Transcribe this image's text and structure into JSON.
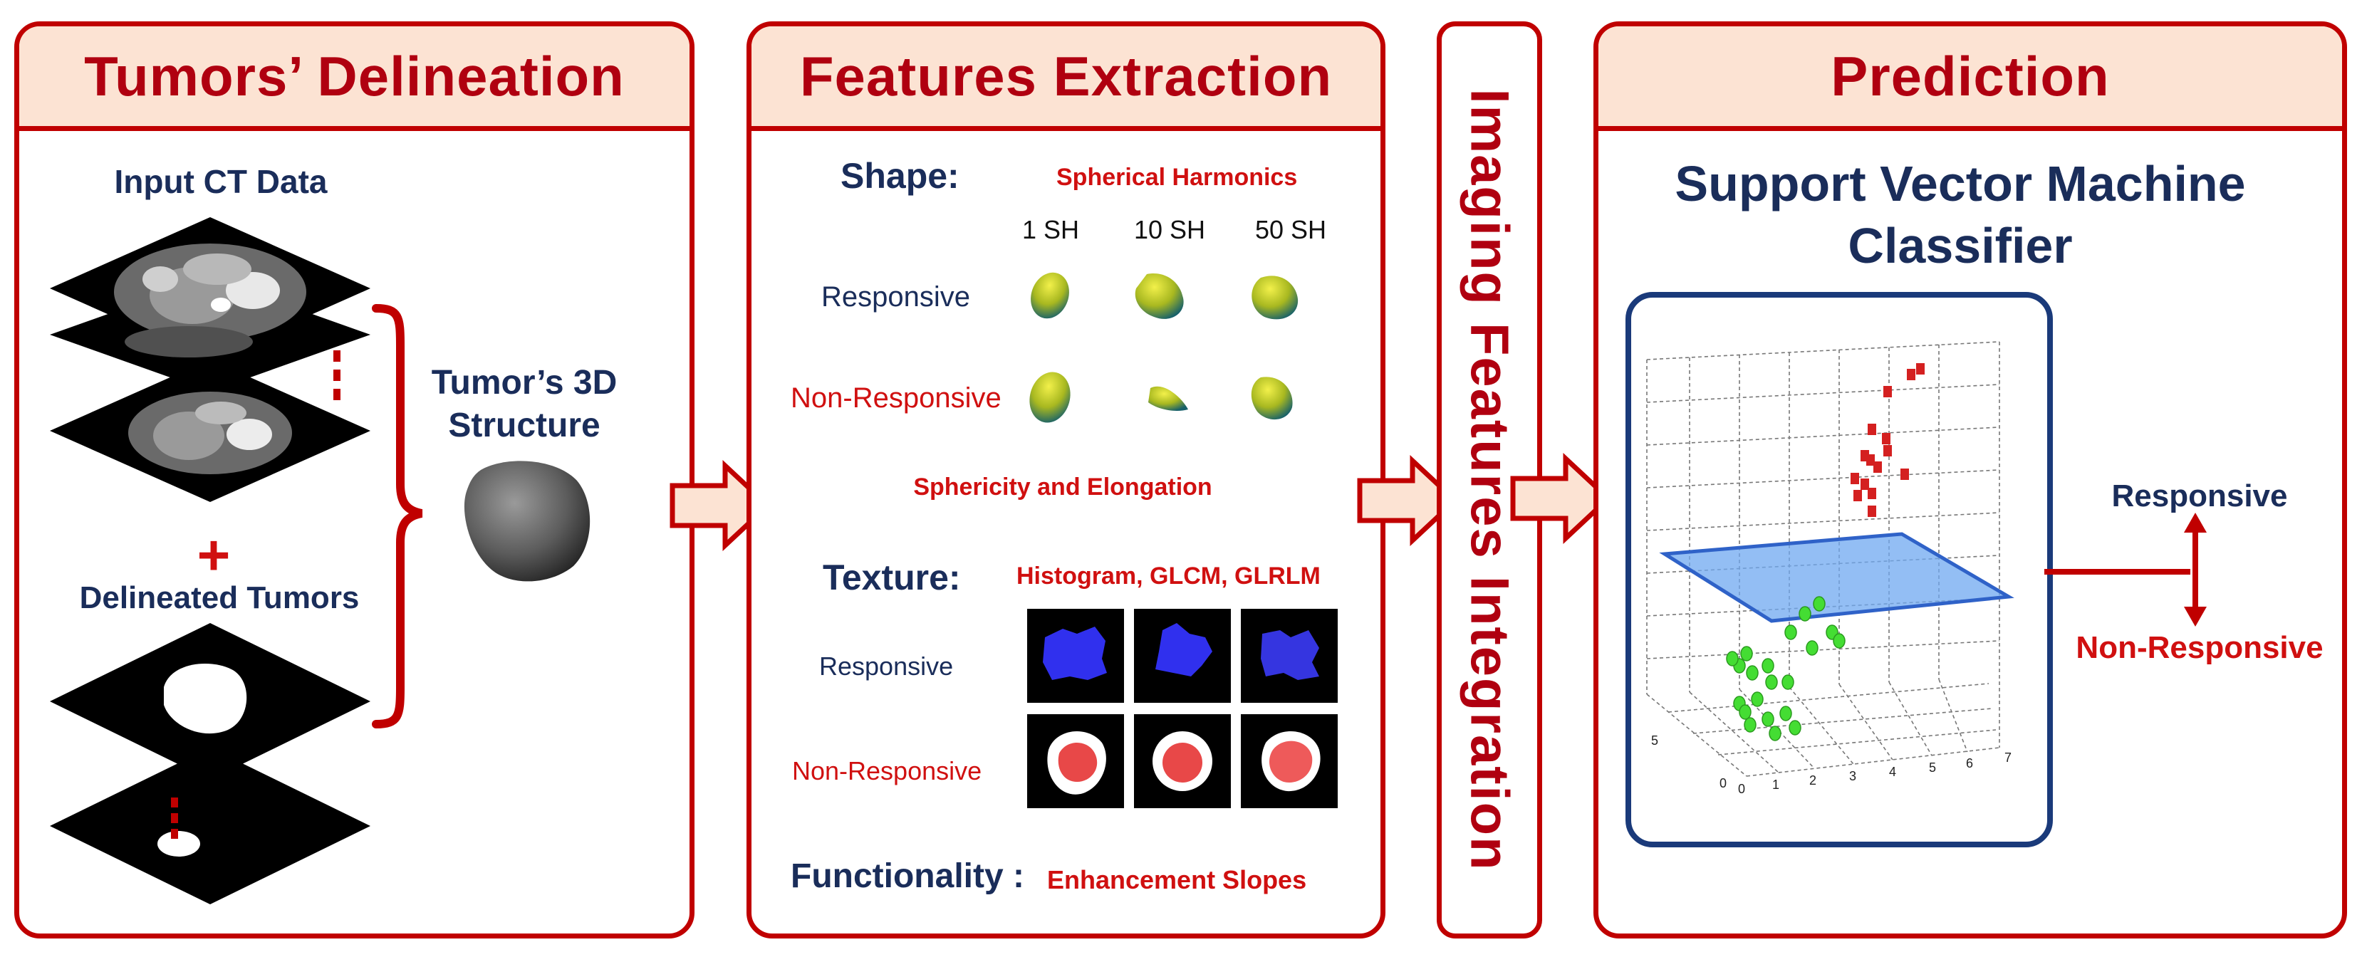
{
  "panels": {
    "delineation": {
      "title": "Tumors’ Delineation",
      "input_label": "Input CT Data",
      "plus": "+",
      "delineated_label": "Delineated Tumors",
      "structure_label_1": "Tumor’s 3D",
      "structure_label_2": "Structure"
    },
    "features": {
      "title": "Features Extraction",
      "shape_label": "Shape:",
      "shape_method": "Spherical Harmonics",
      "sh_cols": [
        "1 SH",
        "10 SH",
        "50 SH"
      ],
      "row_responsive": "Responsive",
      "row_non_responsive": "Non-Responsive",
      "shape_caption": "Sphericity and Elongation",
      "texture_label": "Texture:",
      "texture_method": "Histogram, GLCM, GLRLM",
      "functionality_label": "Functionality :",
      "functionality_method": "Enhancement Slopes"
    },
    "integration": {
      "title": "Imaging Features Integration"
    },
    "prediction": {
      "title": "Prediction",
      "classifier_line1": "Support Vector Machine",
      "classifier_line2": "Classifier",
      "class_responsive": "Responsive",
      "class_non_responsive": "Non-Responsive",
      "axis_x_ticks": [
        "0",
        "1",
        "2",
        "3",
        "4",
        "5",
        "6",
        "7"
      ],
      "axis_y_ticks": [
        "0",
        "5"
      ]
    }
  },
  "colors": {
    "frame": "#c00000",
    "header_fill": "#fce3d3",
    "navy": "#1a2d5a",
    "red_text": "#d01010",
    "plane": "#6fa8f0",
    "red_points": "#d42020",
    "green_points": "#44dd33"
  }
}
